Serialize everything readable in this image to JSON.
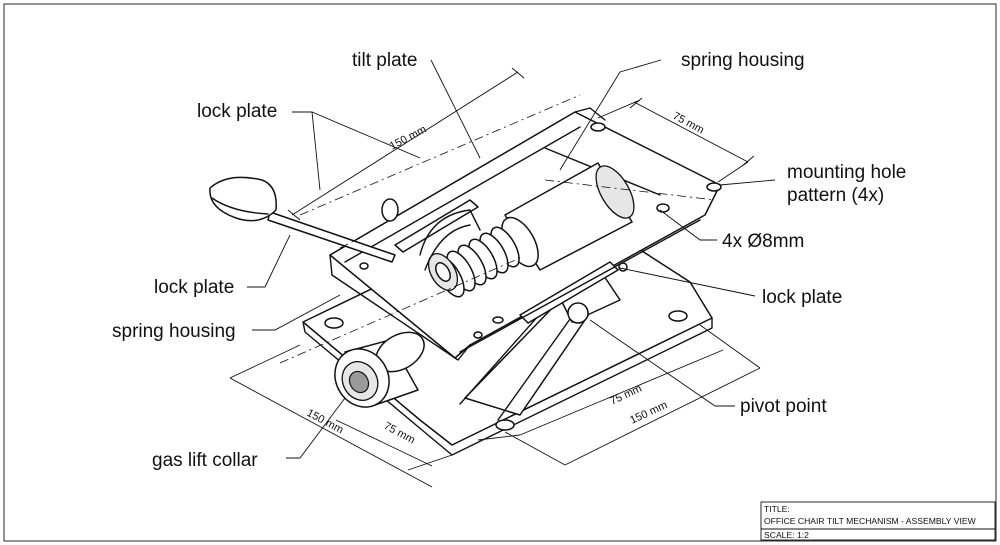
{
  "drawing": {
    "labels": {
      "tilt_plate": "tilt plate",
      "spring_housing_top": "spring housing",
      "lock_plate_upper_left": "lock plate",
      "mounting_hole_line1": "mounting hole",
      "mounting_hole_line2": "pattern (4x)",
      "hole_spec": "4x Ø8mm",
      "lock_plate_left": "lock plate",
      "lock_plate_right": "lock plate",
      "spring_housing_left": "spring housing",
      "pivot_point": "pivot point",
      "gas_lift_collar": "gas lift collar"
    },
    "dimensions": {
      "top_length": "150 mm",
      "top_width": "75 mm",
      "bottom_right_short": "75 mm",
      "bottom_right_long": "150 mm",
      "bottom_left_long": "150 mm",
      "bottom_left_short": "75 mm"
    }
  },
  "title_block": {
    "title_label": "TITLE:",
    "title": "OFFICE CHAIR TILT MECHANISM - ASSEMBLY VIEW",
    "scale": "SCALE: 1:2"
  }
}
